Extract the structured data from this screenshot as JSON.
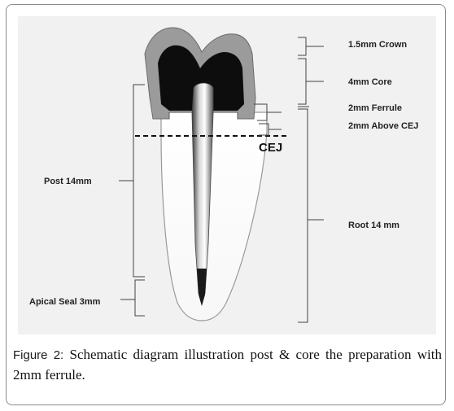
{
  "labels": {
    "crown": "1.5mm Crown",
    "core": "4mm Core",
    "ferrule": "2mm Ferrule",
    "above_cej": "2mm Above CEJ",
    "cej": "CEJ",
    "root": "Root 14 mm",
    "post": "Post 14mm",
    "apical_seal": "Apical Seal 3mm"
  },
  "caption": {
    "figure_label": "Figure 2:",
    "text": " Schematic diagram illustration post & core the preparation with 2mm ferrule."
  }
}
